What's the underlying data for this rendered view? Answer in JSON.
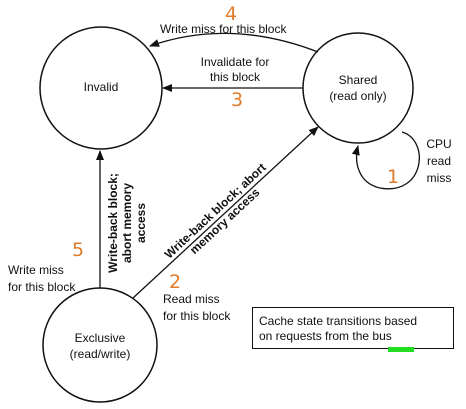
{
  "states": {
    "invalid": {
      "label": "Invalid"
    },
    "shared": {
      "label_line1": "Shared",
      "label_line2": "(read only)"
    },
    "exclusive": {
      "label_line1": "Exclusive",
      "label_line2": "(read/write)"
    }
  },
  "transitions": {
    "t1": {
      "number": "1",
      "label_line1": "CPU",
      "label_line2": "read",
      "label_line3": "miss"
    },
    "t2": {
      "number": "2",
      "label_line1": "Read miss",
      "label_line2": "for this block"
    },
    "t2_action": {
      "label_line1": "Write-back block; abort",
      "label_line2": "memory access"
    },
    "t3": {
      "number": "3",
      "label_line1": "Invalidate for",
      "label_line2": "this block"
    },
    "t4": {
      "number": "4",
      "label": "Write miss for this block"
    },
    "t5": {
      "number": "5",
      "label_line1": "Write miss",
      "label_line2": "for this block"
    },
    "t5_action": {
      "label_line1": "Write-back block;",
      "label_line2": "abort memory",
      "label_line3": "access"
    }
  },
  "caption": {
    "line1": "Cache state transitions based",
    "line2": "on requests from the bus"
  },
  "colors": {
    "number": "#e07b2a",
    "highlight": "#22dd22",
    "stroke": "#111111"
  }
}
